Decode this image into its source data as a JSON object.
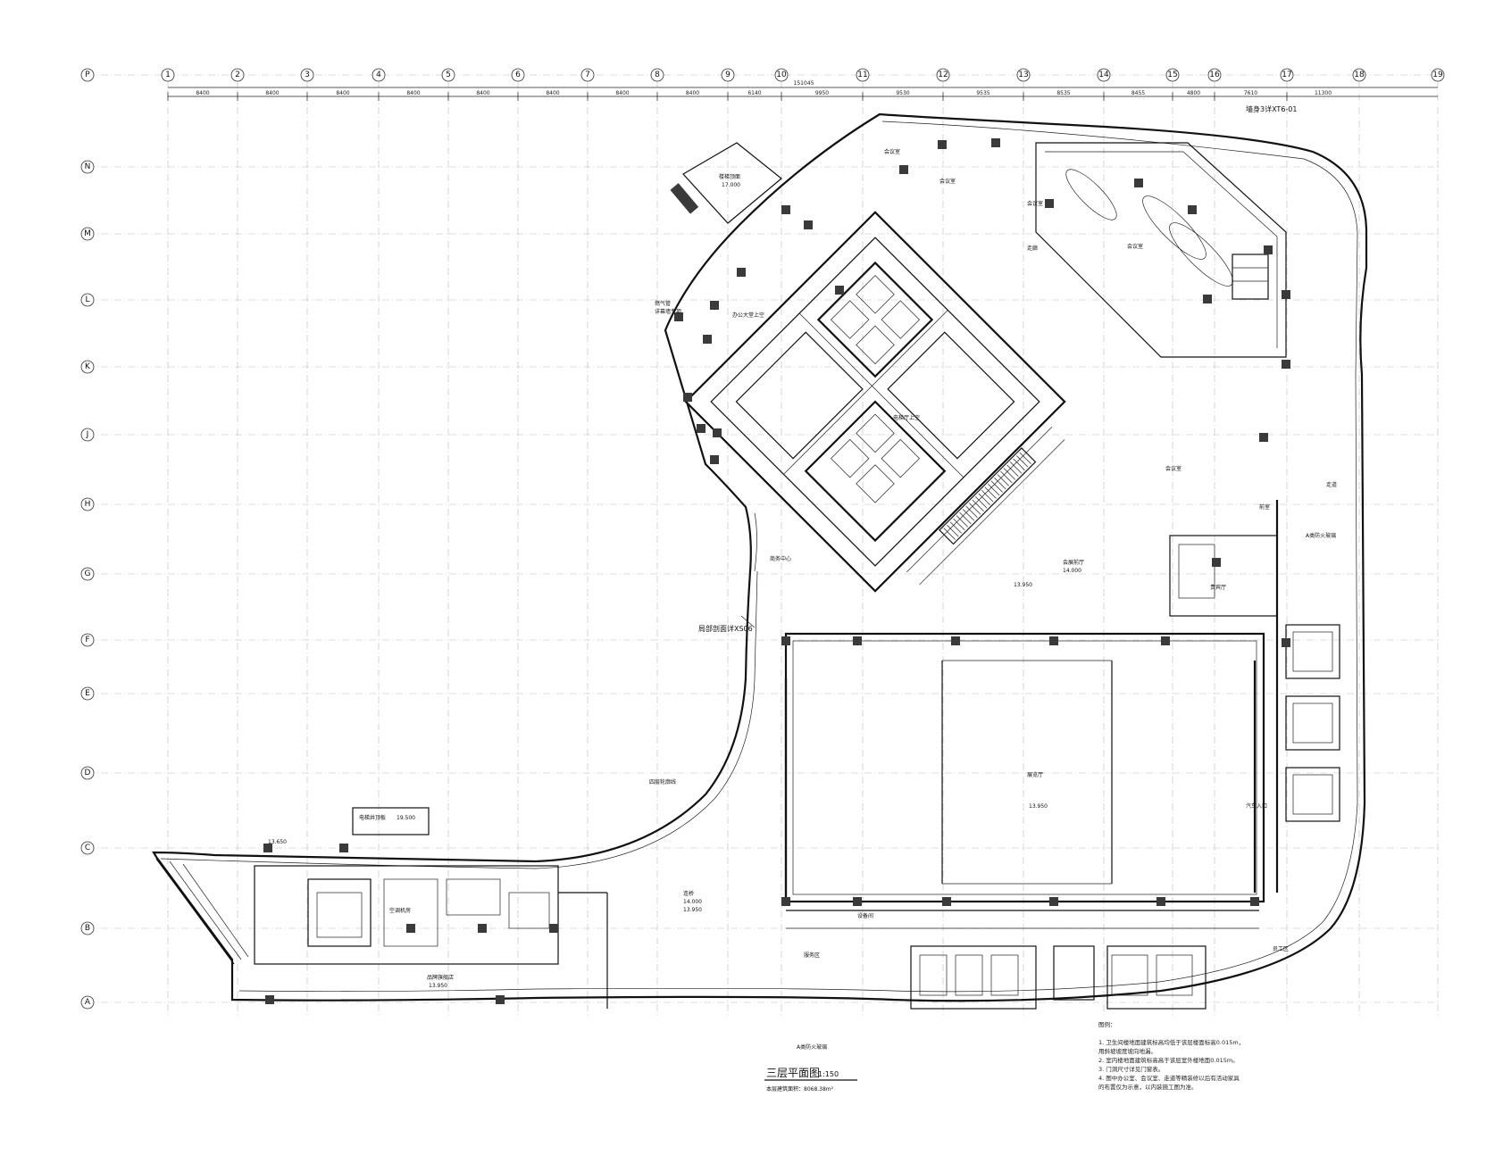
{
  "sheet": {
    "title": "三层平面图",
    "scale": "1:150",
    "area_note": "本层建筑面积：8068.38m²"
  },
  "grid_columns": [
    "1",
    "2",
    "3",
    "4",
    "5",
    "6",
    "7",
    "8",
    "9",
    "10",
    "11",
    "12",
    "13",
    "14",
    "15",
    "16",
    "17",
    "18",
    "19"
  ],
  "grid_rows": [
    "P",
    "N",
    "M",
    "L",
    "K",
    "J",
    "H",
    "G",
    "F",
    "E",
    "D",
    "C",
    "B",
    "A"
  ],
  "dimensions_top": [
    "8400",
    "8400",
    "8400",
    "8400",
    "8400",
    "8400",
    "8400",
    "8400",
    "6140",
    "9950",
    "9530",
    "9535",
    "8535",
    "8455",
    "4800",
    "7610",
    "11300"
  ],
  "total_top": "151045",
  "rooms": {
    "r1": "楼梯顶面",
    "r1b": "17.000",
    "r2": "会议室",
    "r3": "会议室",
    "r4": "会议室",
    "r5": "会议室",
    "r6": "办公大堂上空",
    "r7": "电梯厅上空",
    "r8": "商务中心",
    "r9": "走廊",
    "r10": "前室",
    "r11": "会议室",
    "r12": "会展前厅",
    "r13": "贵宾厅",
    "r14": "展览厅",
    "r15": "汽车入口",
    "r16": "服务区",
    "r17": "品牌旗舰店",
    "r18": "连桥",
    "r19": "空调机房",
    "r20": "设备间",
    "r21": "员工区",
    "r22": "电梯井顶板",
    "r23": "走道"
  },
  "levels": {
    "l1": "13.950",
    "l2": "14.000",
    "l3": "13.950",
    "l4": "13.950",
    "l5": "14.000",
    "l6": "13.950",
    "l7": "19.500",
    "l8": "13.650"
  },
  "callouts": {
    "c1": "墙身3详XT6-01",
    "c2": "局部剖面详XS06",
    "c3": "燃气管",
    "c4": "详幕墙专项",
    "c5": "四层轮廓线",
    "c6": "A类防火玻璃",
    "c7": "A类防火玻璃"
  },
  "notes": {
    "heading": "图例：",
    "n1": "1. 卫生间楼地面建筑标高均低于该层楼面标高0.015m，",
    "n2": "用斜坡坡度坡向地漏。",
    "n3": "2. 室内楼地面建筑标高高于该层室外楼地面0.015m。",
    "n4": "3. 门洞尺寸详见门窗表。",
    "n5": "4. 图中办公室、会议室、走道等精装修以后有活动家具",
    "n6": "的布置仅为示意，以内装施工图为准。"
  }
}
